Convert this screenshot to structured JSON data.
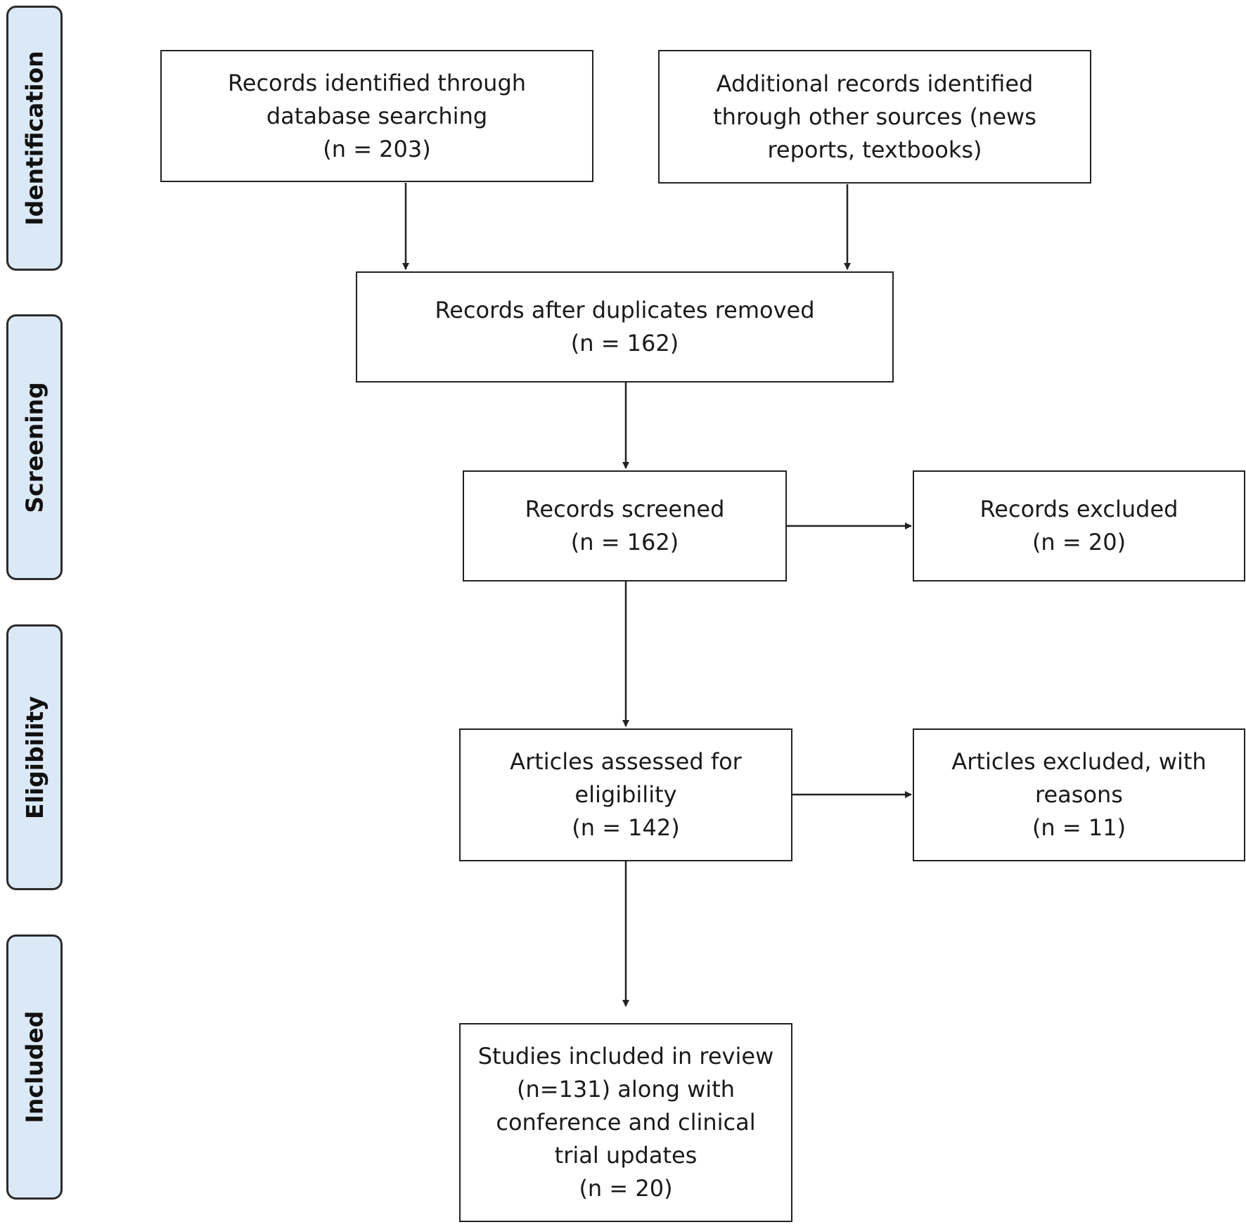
{
  "phases": {
    "identification": "Identification",
    "screening": "Screening",
    "eligibility": "Eligibility",
    "included": "Included"
  },
  "boxes": {
    "database_search": [
      "Records identified through",
      "database searching",
      "(n = 203)"
    ],
    "other_sources": [
      "Additional records identified",
      "through other sources (news",
      "reports, textbooks)"
    ],
    "duplicates_removed": [
      "Records after duplicates removed",
      "(n = 162)"
    ],
    "screened": [
      "Records screened",
      "(n = 162)"
    ],
    "excluded": [
      "Records excluded",
      "(n = 20)"
    ],
    "assessed": [
      "Articles assessed for",
      "eligibility",
      "(n = 142)"
    ],
    "articles_excluded": [
      "Articles excluded, with",
      "reasons",
      "(n = 11)"
    ],
    "included": [
      "Studies included in review",
      "(n=131) along with",
      "conference and clinical",
      "trial updates",
      "(n = 20)"
    ]
  },
  "colors": {
    "phase_fill": "#dbe9f6",
    "stroke": "#222222"
  }
}
